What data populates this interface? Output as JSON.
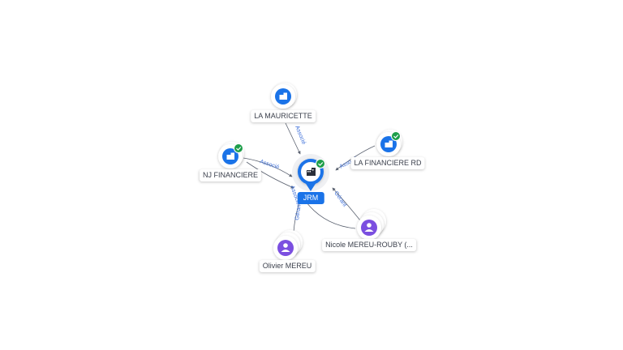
{
  "center": {
    "label": "JRM",
    "color": "#1a73e8",
    "icon": "building-icon",
    "status": "check-icon"
  },
  "nodes": [
    {
      "id": "la-mauricette",
      "label": "LA MAURICETTE",
      "kind": "company",
      "icon": "building-icon",
      "verified": false
    },
    {
      "id": "nj-financiere",
      "label": "NJ FINANCIERE",
      "kind": "company",
      "icon": "building-icon",
      "verified": true
    },
    {
      "id": "la-financiere-rd",
      "label": "LA FINANCIERE RD",
      "kind": "company",
      "icon": "building-icon",
      "verified": true
    },
    {
      "id": "olivier-mereu",
      "label": "Olivier MEREU",
      "kind": "person",
      "icon": "person-icon",
      "verified": false
    },
    {
      "id": "nicole-mereu-rouby",
      "label": "Nicole MEREU-ROUBY (...",
      "kind": "person",
      "icon": "person-icon",
      "verified": false
    }
  ],
  "edges": [
    {
      "from": "la-mauricette",
      "label": "Associé"
    },
    {
      "from": "nj-financiere",
      "label": "Associé"
    },
    {
      "from": "la-financiere-rd",
      "label": "Associé"
    },
    {
      "from": "olivier-mereu",
      "label": "Gérant"
    },
    {
      "from": "olivier-mereu",
      "label": "Associé"
    },
    {
      "from": "nicole-mereu-rouby",
      "label": "Gérant"
    }
  ],
  "colors": {
    "company": "#1a73e8",
    "person": "#7b4fe0",
    "verified": "#1e9e4a",
    "edge": "#5b6270",
    "edge_label": "#3d6fd9"
  }
}
